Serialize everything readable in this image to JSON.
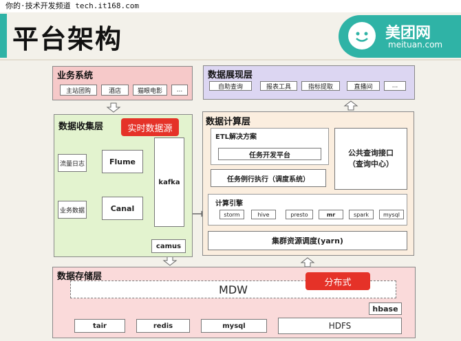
{
  "topbar": {
    "text": "你的·技术开发频道 tech.it168.com"
  },
  "title": "平台架构",
  "logo": {
    "brand": "美团网",
    "domain": "meituan.com"
  },
  "business": {
    "title": "业务系统",
    "items": [
      "主站团购",
      "酒店",
      "猫眼电影",
      "..."
    ]
  },
  "display": {
    "title": "数据展现层",
    "items": [
      "自助查询",
      "报表工具",
      "指标提取",
      "直播间",
      "..."
    ]
  },
  "collect": {
    "title": "数据收集层",
    "traffic_log": "流量日志",
    "flume": "Flume",
    "biz_data": "业务数据",
    "canal": "Canal",
    "kafka": "kafka",
    "camus": "camus",
    "callout": "实时数据源"
  },
  "compute": {
    "title": "数据计算层",
    "etl_title": "ETL解决方案",
    "task_platform": "任务开发平台",
    "task_schedule": "任务例行执行（调度系统）",
    "public_query": "公共查询接口\n（查询中心）",
    "engine_title": "计算引擎",
    "engines": [
      "storm",
      "hive",
      "presto",
      "mr",
      "spark",
      "mysql"
    ],
    "yarn": "集群资源调度(yarn)"
  },
  "storage": {
    "title": "数据存储层",
    "mdw": "MDW",
    "hbase": "hbase",
    "items": [
      "tair",
      "redis",
      "mysql",
      "HDFS"
    ],
    "callout": "分布式"
  },
  "colors": {
    "accent": "#2fb3a6",
    "business_bg": "#f6c9c9",
    "display_bg": "#dcd6f2",
    "collect_bg": "#e3f3cf",
    "compute_bg": "#fbeedf",
    "storage_bg": "#fadada",
    "callout": "#e53228"
  }
}
